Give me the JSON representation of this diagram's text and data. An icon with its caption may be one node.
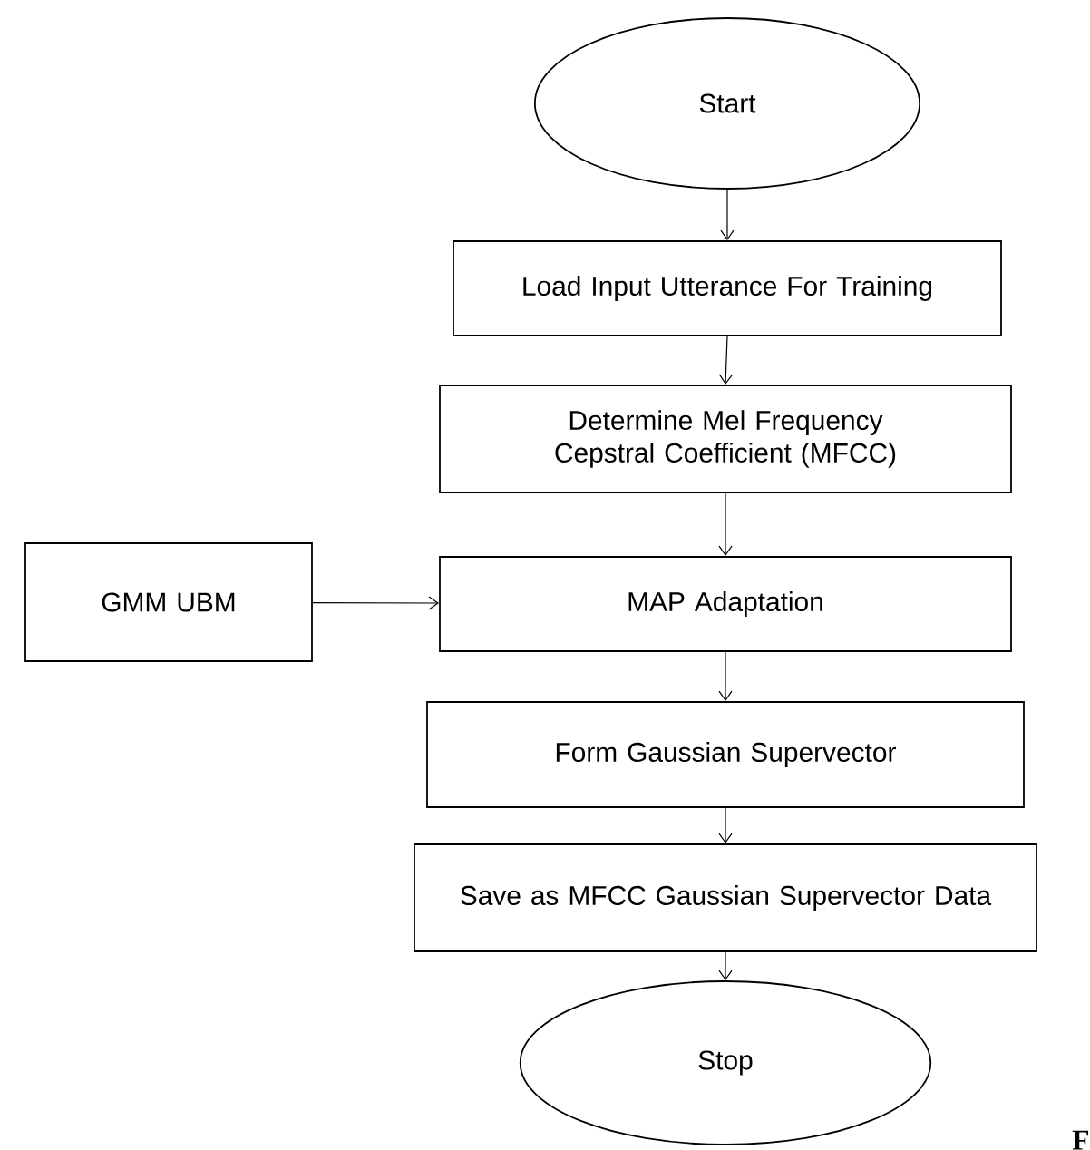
{
  "diagram": {
    "nodes": [
      {
        "text": [
          "Start"
        ]
      },
      {
        "text": [
          "Load  Input Utterance For Training"
        ]
      },
      {
        "text": [
          "Determine Mel Frequency Cepstral Coefficient (MFCC)"
        ]
      },
      {
        "text": [
          "GMM UBM"
        ]
      },
      {
        "text": [
          "MAP Adaptation"
        ]
      },
      {
        "text": [
          "Form Gaussian Supervector"
        ]
      },
      {
        "text": [
          "Save as MFCC Gaussian Supervector Data"
        ]
      },
      {
        "text": [
          "Stop"
        ]
      }
    ],
    "edges": [
      {
        "from": 0,
        "to": 1,
        "arrow": "to"
      },
      {
        "from": 1,
        "to": 2,
        "arrow": "to"
      },
      {
        "from": 2,
        "to": 4,
        "arrow": "to"
      },
      {
        "from": 3,
        "to": 4,
        "arrow": "to"
      },
      {
        "from": 4,
        "to": 5,
        "arrow": "to"
      },
      {
        "from": 5,
        "to": 6,
        "arrow": "to"
      },
      {
        "from": 6,
        "to": 7,
        "arrow": "to"
      }
    ],
    "labels": [
      "F"
    ]
  }
}
